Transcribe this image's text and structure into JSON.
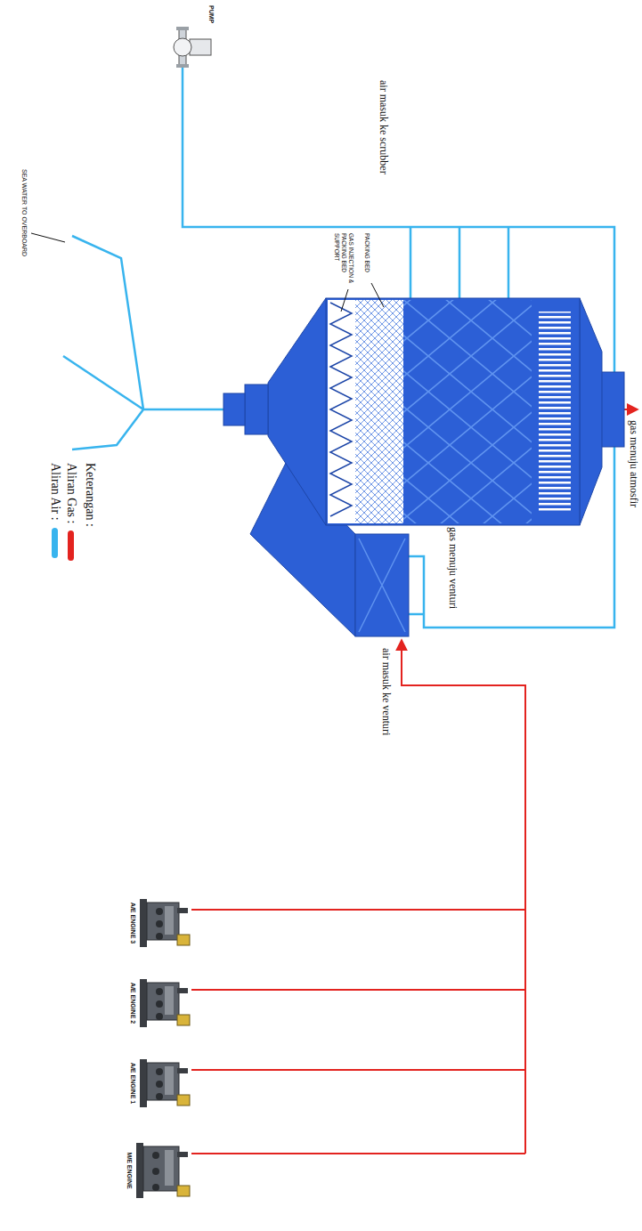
{
  "diagram": {
    "nodes": [
      {
        "text": [
          "PUMP"
        ]
      },
      {
        "text": [
          "A/E ENGINE 3"
        ]
      },
      {
        "text": [
          "A/E ENGINE 2"
        ]
      },
      {
        "text": [
          "A/E ENGINE 1"
        ]
      },
      {
        "text": [
          "M/E ENGINE"
        ]
      }
    ],
    "labels": [
      "gas menuju atmosfir",
      "air masuk ke scrubber",
      "gas menuju venturi",
      "air masuk ke venturi",
      "PACKING BED",
      "GAS INJECTION & PACKING BED SUPPORT",
      "SEA WATER TO OVERBOARD",
      "Keterangan :"
    ],
    "legend": [
      {
        "text": "Aliran Gas :",
        "color": "#e3231f"
      },
      {
        "text": "Aliran Air :",
        "color": "#38b4ee"
      }
    ]
  }
}
